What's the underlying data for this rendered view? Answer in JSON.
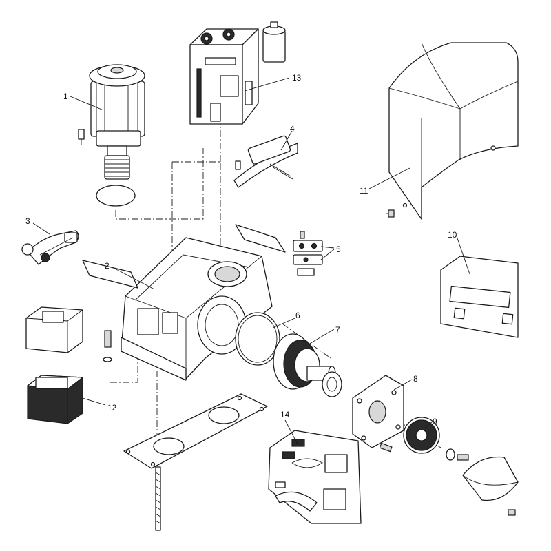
{
  "callouts": [
    "1",
    "2",
    "3",
    "4",
    "5",
    "6",
    "7",
    "8",
    "9",
    "10",
    "11",
    "12",
    "13",
    "14"
  ],
  "colors": {
    "line": "#1a1a1a",
    "background": "#ffffff",
    "dark": "#2a2a2a"
  }
}
